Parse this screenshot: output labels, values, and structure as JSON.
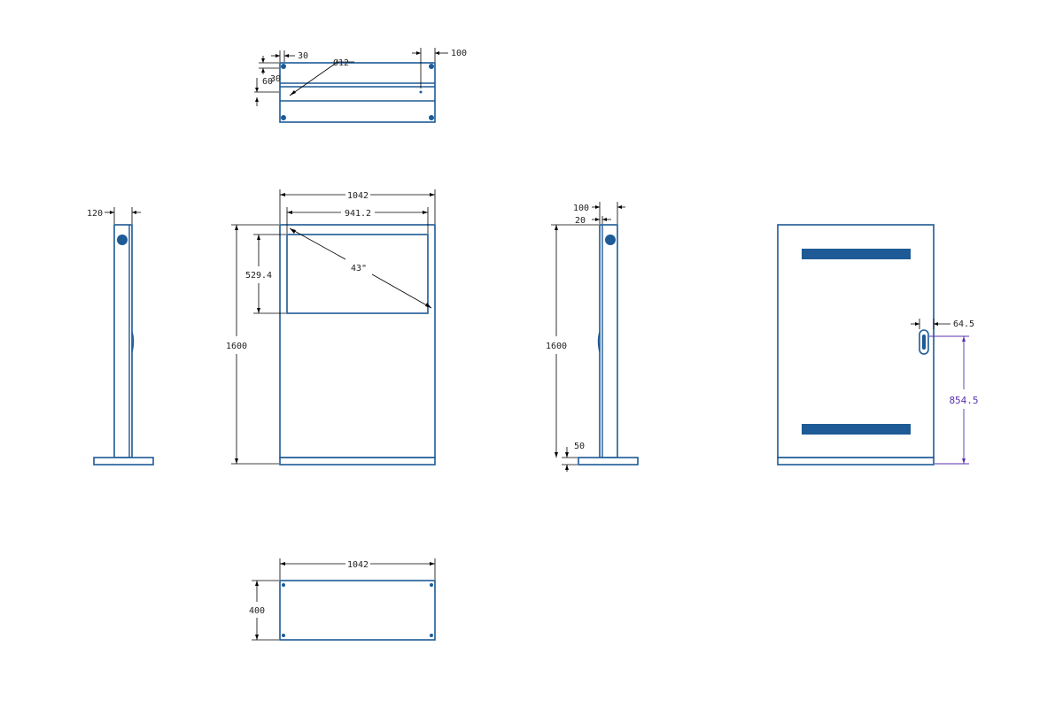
{
  "colors": {
    "part": "#1d5a96",
    "accent": "#5a2fb0",
    "dimension": "#000000"
  },
  "top_view": {
    "d_30_h": "30",
    "d_30_v": "30",
    "d_60": "60",
    "d_100": "100",
    "hole_dia": "Ø12"
  },
  "side_left": {
    "d_120": "120"
  },
  "front": {
    "width": "1042",
    "inner_width": "941.2",
    "height": "1600",
    "screen_height": "529.4",
    "diagonal": "43\""
  },
  "side_right": {
    "d_100": "100",
    "d_20": "20",
    "height": "1600",
    "d_50": "50"
  },
  "rear": {
    "d_645": "64.5",
    "d_8545": "854.5"
  },
  "bottom": {
    "width": "1042",
    "depth": "400"
  }
}
